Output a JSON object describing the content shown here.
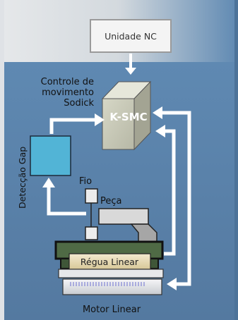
{
  "nc_unit": {
    "label": "Unidade NC"
  },
  "motion_control": {
    "line1": "Controle de",
    "line2": "movimento",
    "line3": "Sodick"
  },
  "controller": {
    "label": "K-SMC"
  },
  "gap_detection": {
    "label": "Detecção Gap"
  },
  "wire": {
    "label": "Fio"
  },
  "workpiece": {
    "label": "Peça"
  },
  "linear_scale": {
    "label": "Régua Linear"
  },
  "linear_motor": {
    "label": "Motor Linear"
  },
  "colors": {
    "panel": "#5b84ac",
    "panel_dark": "#4d7399",
    "frame": "#dcdfe3",
    "arrow": "#ffffff",
    "gap_box": "#55b7d9",
    "controller_front": "#c9cab8",
    "controller_side": "#9e9f8e",
    "controller_top": "#e4e5d8",
    "table_green": "#4f6a45",
    "scale_tan": "#e9dcb0"
  }
}
